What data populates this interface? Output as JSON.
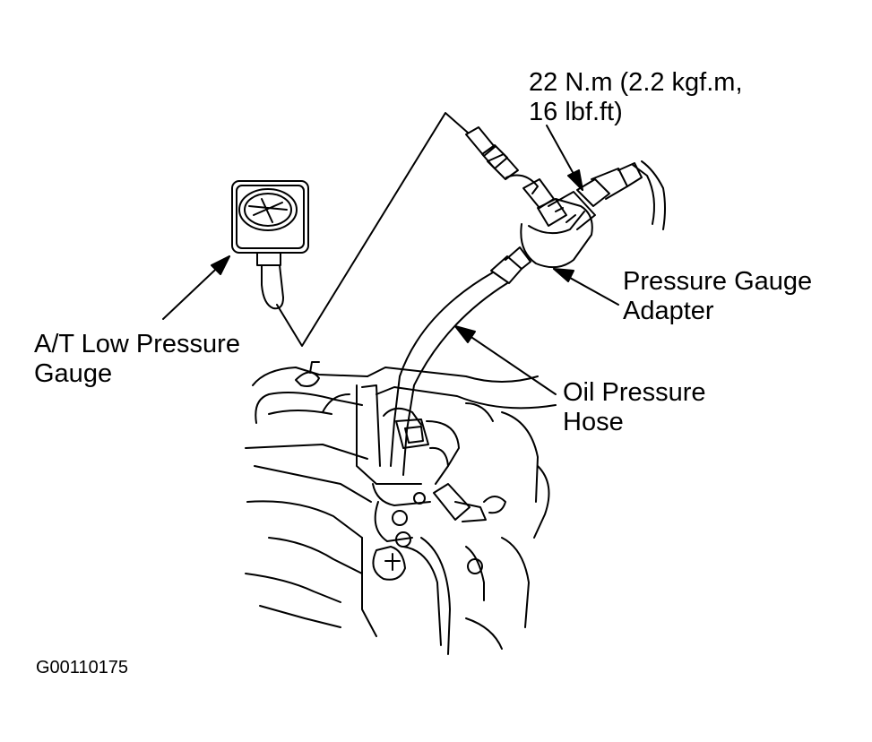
{
  "labels": {
    "torque_line1": "22 N.m (2.2 kgf.m,",
    "torque_line2": "16 lbf.ft)",
    "adapter_line1": "Pressure Gauge",
    "adapter_line2": "Adapter",
    "gauge_line1": "A/T Low Pressure",
    "gauge_line2": "Gauge",
    "hose_line1": "Oil Pressure",
    "hose_line2": "Hose"
  },
  "figure_id": "G00110175"
}
